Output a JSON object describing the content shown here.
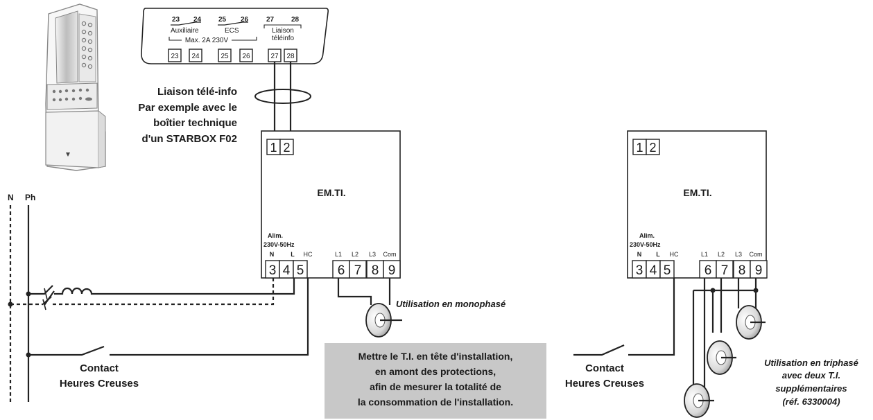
{
  "module": {
    "top_terminal_groups": {
      "auxiliaire_nums": [
        "23",
        "24"
      ],
      "auxiliaire_label": "Auxiliaire",
      "ecs_nums": [
        "25",
        "26"
      ],
      "ecs_label": "ECS",
      "max_label": "Max. 2A 230V",
      "liaison_nums": [
        "27",
        "28"
      ],
      "liaison_label_1": "Liaison",
      "liaison_label_2": "téléinfo"
    },
    "terminals": [
      "23",
      "24",
      "25",
      "26",
      "27",
      "28"
    ]
  },
  "teleinfo_note": {
    "line1": "Liaison télé-info",
    "line2": "Par exemple avec le",
    "line3": "boîtier technique",
    "line4": "d'un STARBOX F02"
  },
  "device_left": {
    "title": "EM.TI.",
    "top_terminals": [
      "1",
      "2"
    ],
    "alim_line1": "Alim.",
    "alim_line2": "230V-50Hz",
    "labels": {
      "n": "N",
      "l": "L",
      "hc": "HC",
      "l1": "L1",
      "l2": "L2",
      "l3": "L3",
      "com": "Com"
    },
    "terminals": [
      "3",
      "4",
      "5",
      "6",
      "7",
      "8",
      "9"
    ]
  },
  "device_right": {
    "title": "EM.TI.",
    "top_terminals": [
      "1",
      "2"
    ],
    "alim_line1": "Alim.",
    "alim_line2": "230V-50Hz",
    "labels": {
      "n": "N",
      "l": "L",
      "hc": "HC",
      "l1": "L1",
      "l2": "L2",
      "l3": "L3",
      "com": "Com"
    },
    "terminals": [
      "3",
      "4",
      "5",
      "6",
      "7",
      "8",
      "9"
    ]
  },
  "supply": {
    "neutral": "N",
    "phase": "Ph"
  },
  "contact_left": {
    "line1": "Contact",
    "line2": "Heures Creuses"
  },
  "contact_right": {
    "line1": "Contact",
    "line2": "Heures Creuses"
  },
  "mono_label": "Utilisation en monophasé",
  "tri_label": {
    "line1": "Utilisation en triphasé",
    "line2": "avec deux T.I.",
    "line3": "supplémentaires",
    "line4": "(réf. 6330004)"
  },
  "warning": {
    "line1": "Mettre le T.I. en tête d'installation,",
    "line2": "en amont des protections,",
    "line3": "afin de mesurer la totalité de",
    "line4": "la consommation de l'installation.",
    "bg_color": "#c8c8c8"
  }
}
